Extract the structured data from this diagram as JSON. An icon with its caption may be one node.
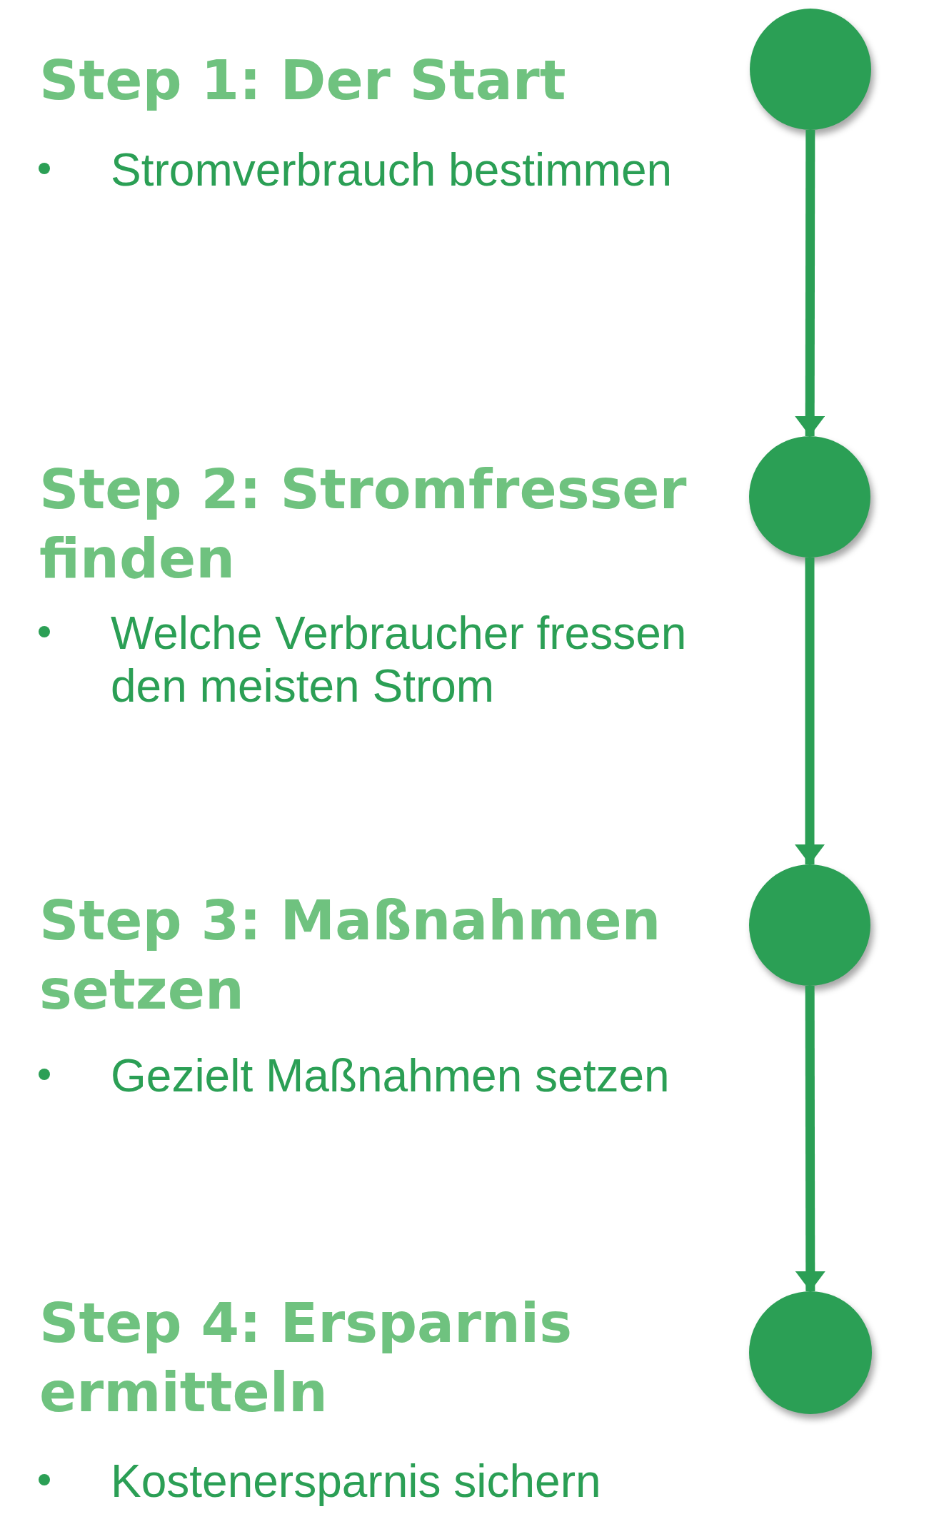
{
  "diagram": {
    "nodes": [
      {
        "text": [],
        "shape": "circle",
        "beside": [
          "Step 1: Der Start",
          "Stromverbrauch bestimmen"
        ]
      },
      {
        "text": [],
        "shape": "circle",
        "beside": [
          "Step 2: Stromfresser finden",
          "Welche Verbraucher fressen den meisten Strom"
        ]
      },
      {
        "text": [],
        "shape": "circle",
        "beside": [
          "Step 3: Maßnahmen setzen",
          "Gezielt Maßnahmen setzen"
        ]
      },
      {
        "text": [],
        "shape": "circle",
        "beside": [
          "Step 4: Ersparnis ermitteln",
          "Kostenersparnis sichern"
        ]
      }
    ],
    "edges": [
      {
        "from": 0,
        "to": 1,
        "arrow": "to"
      },
      {
        "from": 1,
        "to": 2,
        "arrow": "to"
      },
      {
        "from": 2,
        "to": 3,
        "arrow": "to"
      }
    ]
  }
}
